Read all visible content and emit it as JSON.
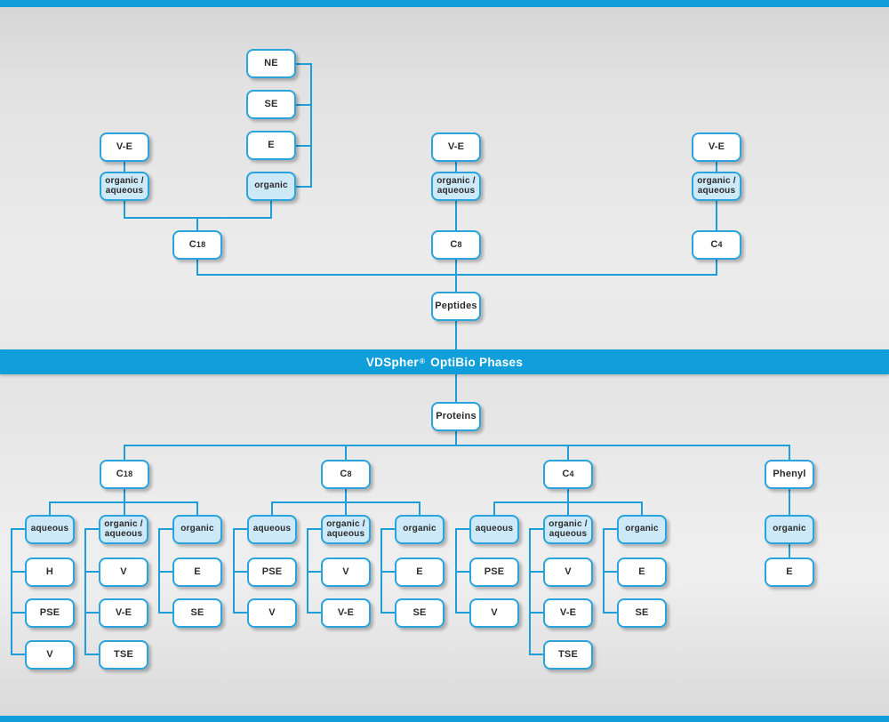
{
  "banner": {
    "brand": "VDSpher",
    "registered": "®",
    "suffix": "OptiBio Phases"
  },
  "colors": {
    "accent_blue": "#119fdb",
    "line_blue": "#1d9ed9",
    "node_border": "#2aa4dc",
    "node_fill_highlight": "#cde8f7",
    "node_text": "#2b2b2b"
  },
  "peptides_section": {
    "root_label": "Peptides",
    "c18": {
      "label": "C18",
      "organic_branch": {
        "mode_label": "organic",
        "items": [
          "NE",
          "SE",
          "E"
        ]
      },
      "aqueous_branch": {
        "mode_label": "organic / aqueous",
        "item": "V-E"
      }
    },
    "c8": {
      "label": "C8",
      "branch": {
        "mode_label": "organic / aqueous",
        "item": "V-E"
      }
    },
    "c4": {
      "label": "C4",
      "branch": {
        "mode_label": "organic / aqueous",
        "item": "V-E"
      }
    }
  },
  "proteins_section": {
    "root_label": "Proteins",
    "groups": [
      {
        "label": "C18",
        "modes": [
          {
            "label": "aqueous",
            "children": [
              "H",
              "PSE",
              "V"
            ]
          },
          {
            "label": "organic / aqueous",
            "children": [
              "V",
              "V-E",
              "TSE"
            ]
          },
          {
            "label": "organic",
            "children": [
              "E",
              "SE"
            ]
          }
        ]
      },
      {
        "label": "C8",
        "modes": [
          {
            "label": "aqueous",
            "children": [
              "PSE",
              "V"
            ]
          },
          {
            "label": "organic / aqueous",
            "children": [
              "V",
              "V-E"
            ]
          },
          {
            "label": "organic",
            "children": [
              "E",
              "SE"
            ]
          }
        ]
      },
      {
        "label": "C4",
        "modes": [
          {
            "label": "aqueous",
            "children": [
              "PSE",
              "V"
            ]
          },
          {
            "label": "organic / aqueous",
            "children": [
              "V",
              "V-E",
              "TSE"
            ]
          },
          {
            "label": "organic",
            "children": [
              "E",
              "SE"
            ]
          }
        ]
      },
      {
        "label": "Phenyl",
        "modes": [
          {
            "label": "organic",
            "children": [
              "E"
            ]
          }
        ]
      }
    ]
  }
}
